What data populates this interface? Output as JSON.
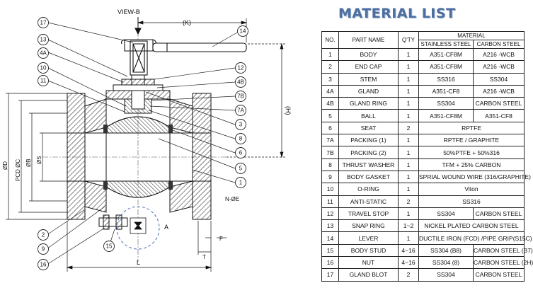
{
  "drawing": {
    "labels": {
      "view": "VIEW-B",
      "k": "(K)",
      "h": "(H)",
      "d": "ØD",
      "pcd": "PCD ØC",
      "b": "ØB",
      "s": "ØS",
      "l": "L",
      "t": "T",
      "f": "F",
      "nholes": "N-ØE",
      "detail": "A"
    },
    "callouts": [
      "17",
      "13",
      "4A",
      "10",
      "11",
      "14",
      "12",
      "4B",
      "7B",
      "7A",
      "3",
      "8",
      "6",
      "5",
      "1",
      "2",
      "9",
      "15",
      "16"
    ]
  },
  "material": {
    "title": "MATERIAL LIST",
    "headers": {
      "no": "NO.",
      "part": "PART NAME",
      "qty": "Q'TY",
      "material": "MATERIAL",
      "ss": "STAINLESS STEEL",
      "cs": "CARBON STEEL"
    },
    "rows": [
      {
        "no": "1",
        "part": "BODY",
        "qty": "1",
        "ss": "A351-CF8M",
        "cs": "A216 -WCB"
      },
      {
        "no": "2",
        "part": "END CAP",
        "qty": "1",
        "ss": "A351-CF8M",
        "cs": "A216 -WCB"
      },
      {
        "no": "3",
        "part": "STEM",
        "qty": "1",
        "ss": "SS316",
        "cs": "SS304"
      },
      {
        "no": "4A",
        "part": "GLAND",
        "qty": "1",
        "ss": "A351-CF8",
        "cs": "A216 -WCB"
      },
      {
        "no": "4B",
        "part": "GLAND RING",
        "qty": "1",
        "ss": "SS304",
        "cs": "CARBON STEEL"
      },
      {
        "no": "5",
        "part": "BALL",
        "qty": "1",
        "ss": "A351-CF8M",
        "cs": "A351-CF8"
      },
      {
        "no": "6",
        "part": "SEAT",
        "qty": "2",
        "span": "RPTFE"
      },
      {
        "no": "7A",
        "part": "PACKING (1)",
        "qty": "1",
        "span": "RPTFE / GRAPHITE"
      },
      {
        "no": "7B",
        "part": "PACKING (2)",
        "qty": "1",
        "span": "50%PTFE + 50%316"
      },
      {
        "no": "8",
        "part": "THRUST WASHER",
        "qty": "1",
        "span": "TFM + 25% CARBON"
      },
      {
        "no": "9",
        "part": "BODY GASKET",
        "qty": "1",
        "span": "SPRIAL WOUND WIRE (316/GRAPHITE)"
      },
      {
        "no": "10",
        "part": "O-RING",
        "qty": "1",
        "span": "Viton"
      },
      {
        "no": "11",
        "part": "ANTI-STATIC",
        "qty": "2",
        "span": "SS316"
      },
      {
        "no": "12",
        "part": "TRAVEL STOP",
        "qty": "1",
        "ss": "SS304",
        "cs": "CARBON STEEL"
      },
      {
        "no": "13",
        "part": "SNAP RING",
        "qty": "1~2",
        "span": "NICKEL PLATED CARBON STEEL"
      },
      {
        "no": "14",
        "part": "LEVER",
        "qty": "1",
        "span": "DUCTILE IRON (FCD) /PIPE GRIP(S15C)"
      },
      {
        "no": "15",
        "part": "BODY STUD",
        "qty": "4~16",
        "ss": "SS304 (B8)",
        "cs": "CARBON STEEL (B7)"
      },
      {
        "no": "16",
        "part": "NUT",
        "qty": "4~16",
        "ss": "SS304 (8)",
        "cs": "CARBON STEEL (2H)"
      },
      {
        "no": "17",
        "part": "GLAND BLOT",
        "qty": "2",
        "ss": "SS304",
        "cs": "CARBON STEEL"
      }
    ]
  }
}
